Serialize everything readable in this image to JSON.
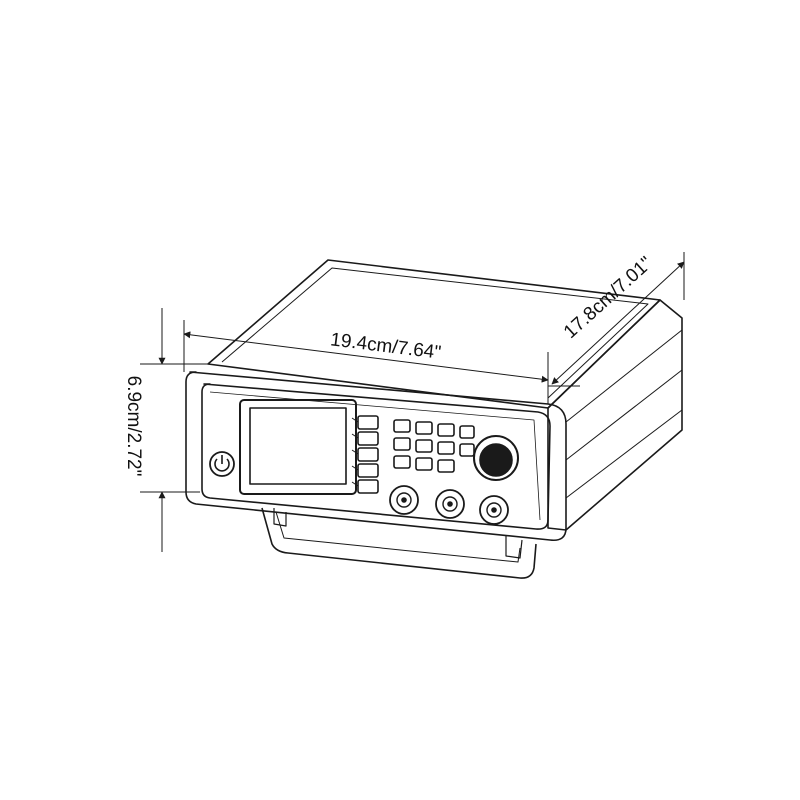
{
  "dimensions": {
    "width": "19.4cm/7.64\"",
    "depth": "17.8cm/7.01\"",
    "height": "6.9cm/2.72\""
  },
  "colors": {
    "line": "#1a1a1a",
    "screen": "#ffffff",
    "background": "#ffffff"
  },
  "device": {
    "side_buttons": 5,
    "keypad_buttons": 11,
    "front_knobs": 3,
    "icons": [
      "power-icon"
    ]
  }
}
